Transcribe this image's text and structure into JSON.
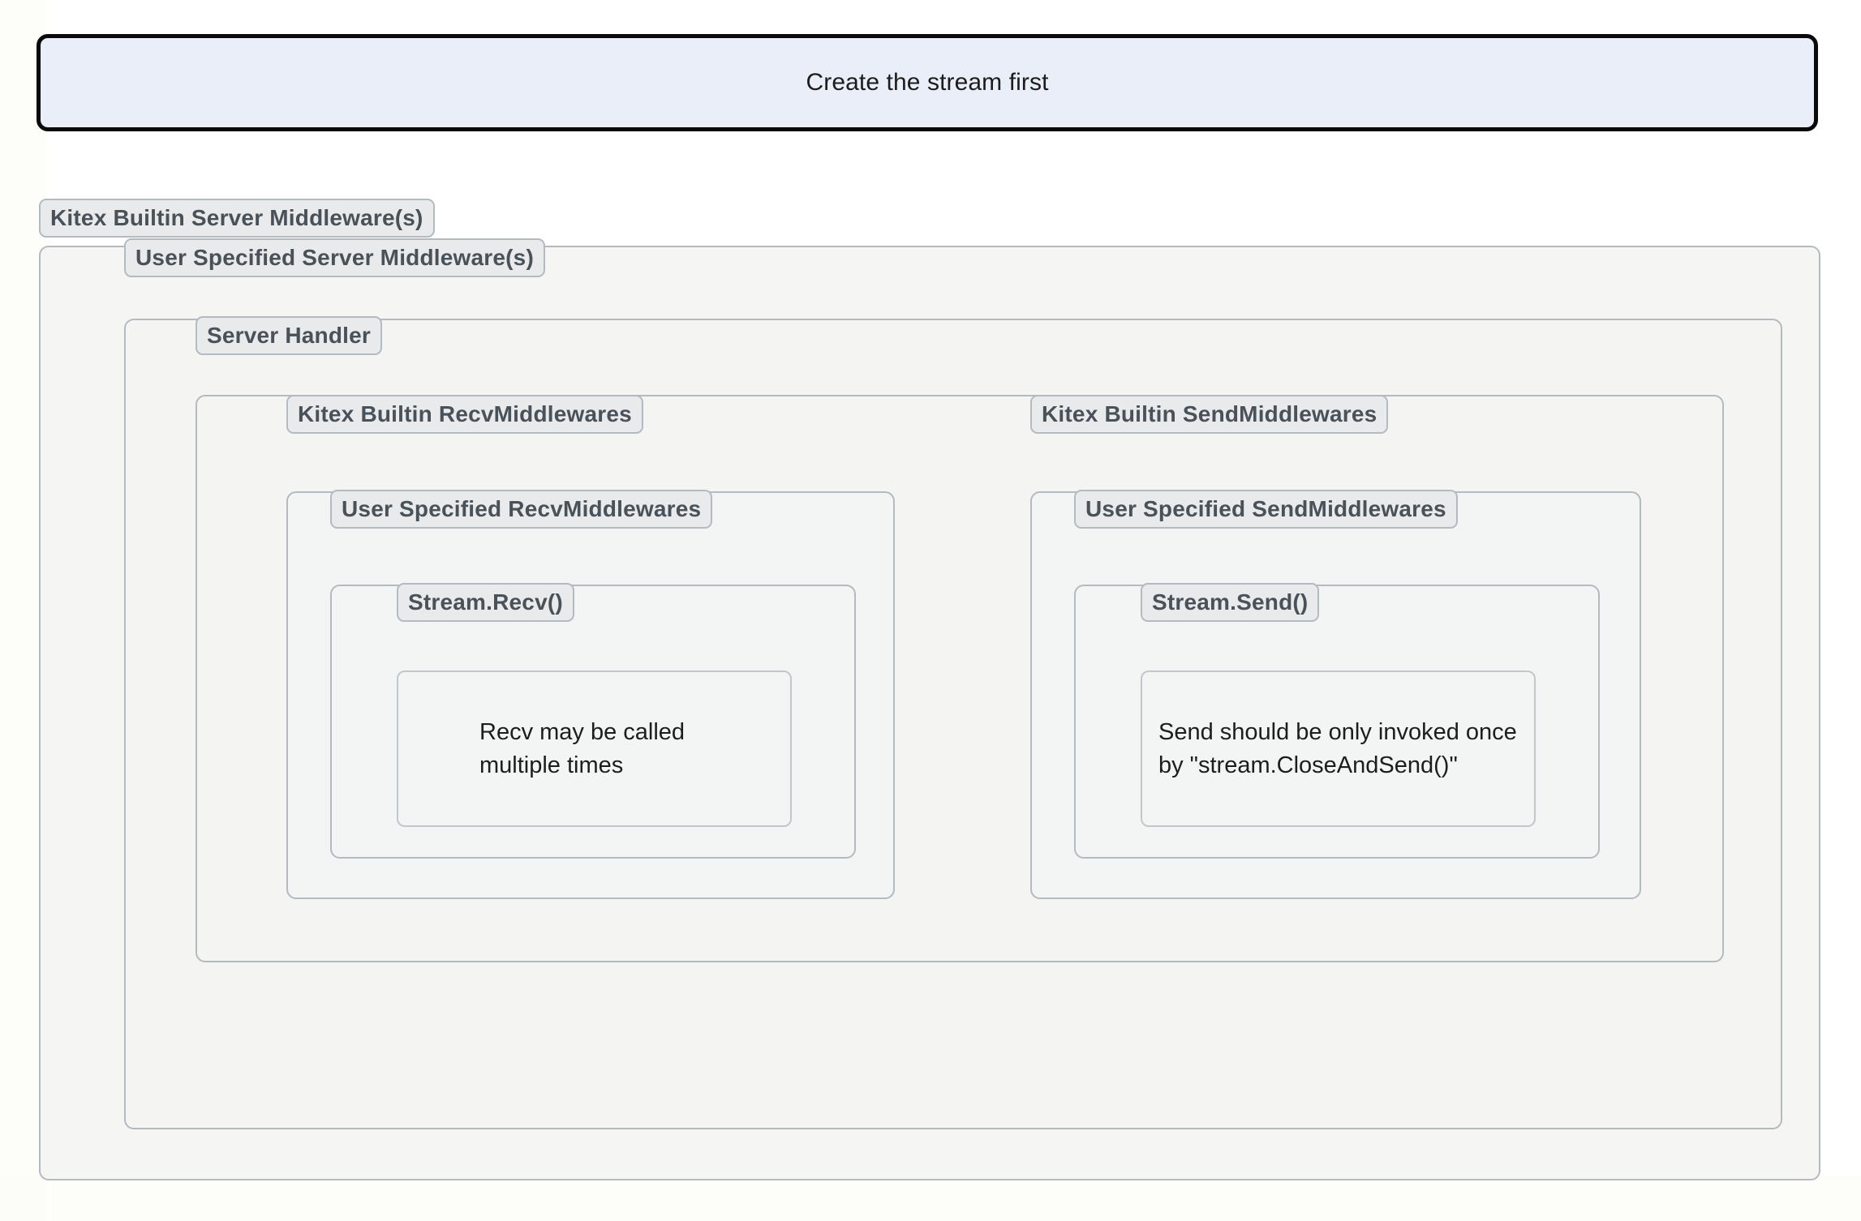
{
  "diagram": {
    "title_note": {
      "text": "Create the stream first"
    },
    "groups": [
      {
        "id": "kitex-builtin-server-middlewares",
        "label": "Kitex Builtin Server Middleware(s)"
      },
      {
        "id": "user-specified-server-middlewares",
        "label": "User Specified Server Middleware(s)"
      },
      {
        "id": "server-handler",
        "label": "Server Handler"
      },
      {
        "id": "kitex-builtin-recv-middlewares",
        "label": "Kitex Builtin RecvMiddlewares"
      },
      {
        "id": "user-specified-recv-middlewares",
        "label": "User Specified RecvMiddlewares"
      },
      {
        "id": "stream-recv",
        "label": "Stream.Recv()"
      },
      {
        "id": "kitex-builtin-send-middlewares",
        "label": "Kitex Builtin SendMiddlewares"
      },
      {
        "id": "user-specified-send-middlewares",
        "label": "User Specified SendMiddlewares"
      },
      {
        "id": "stream-send",
        "label": "Stream.Send()"
      }
    ],
    "notes": {
      "recv_note": "Recv may be called\nmultiple times",
      "send_note": "Send should be only invoked once\nby \"stream.CloseAndSend()\""
    },
    "colors": {
      "note_fill": "#e9eef8",
      "note_border": "#0a0a0a",
      "group_border": "#b4bac0",
      "pill_fill": "#e9eaeb",
      "pill_text": "#4a5259",
      "body_text": "#1d1d1d",
      "canvas_bg": "#ffffff"
    }
  }
}
